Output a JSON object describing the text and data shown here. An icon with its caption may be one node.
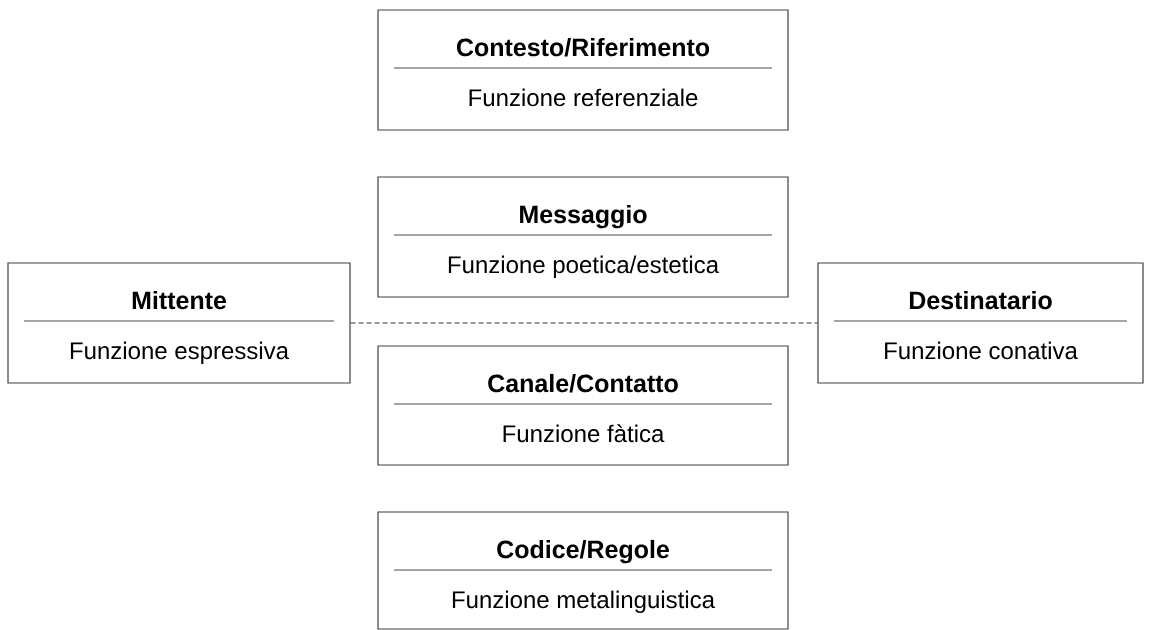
{
  "diagram": {
    "nodes": [
      {
        "text": [
          "Contesto/Riferimento",
          "Funzione referenziale"
        ]
      },
      {
        "text": [
          "Messaggio",
          "Funzione poetica/estetica"
        ]
      },
      {
        "text": [
          "Mittente",
          "Funzione espressiva"
        ]
      },
      {
        "text": [
          "Destinatario",
          "Funzione conativa"
        ]
      },
      {
        "text": [
          "Canale/Contatto",
          "Funzione fàtica"
        ]
      },
      {
        "text": [
          "Codice/Regole",
          "Funzione metalinguistica"
        ]
      }
    ],
    "edges": [
      {
        "from": 2,
        "to": 3,
        "arrow": "none",
        "style": "dashed"
      }
    ]
  }
}
